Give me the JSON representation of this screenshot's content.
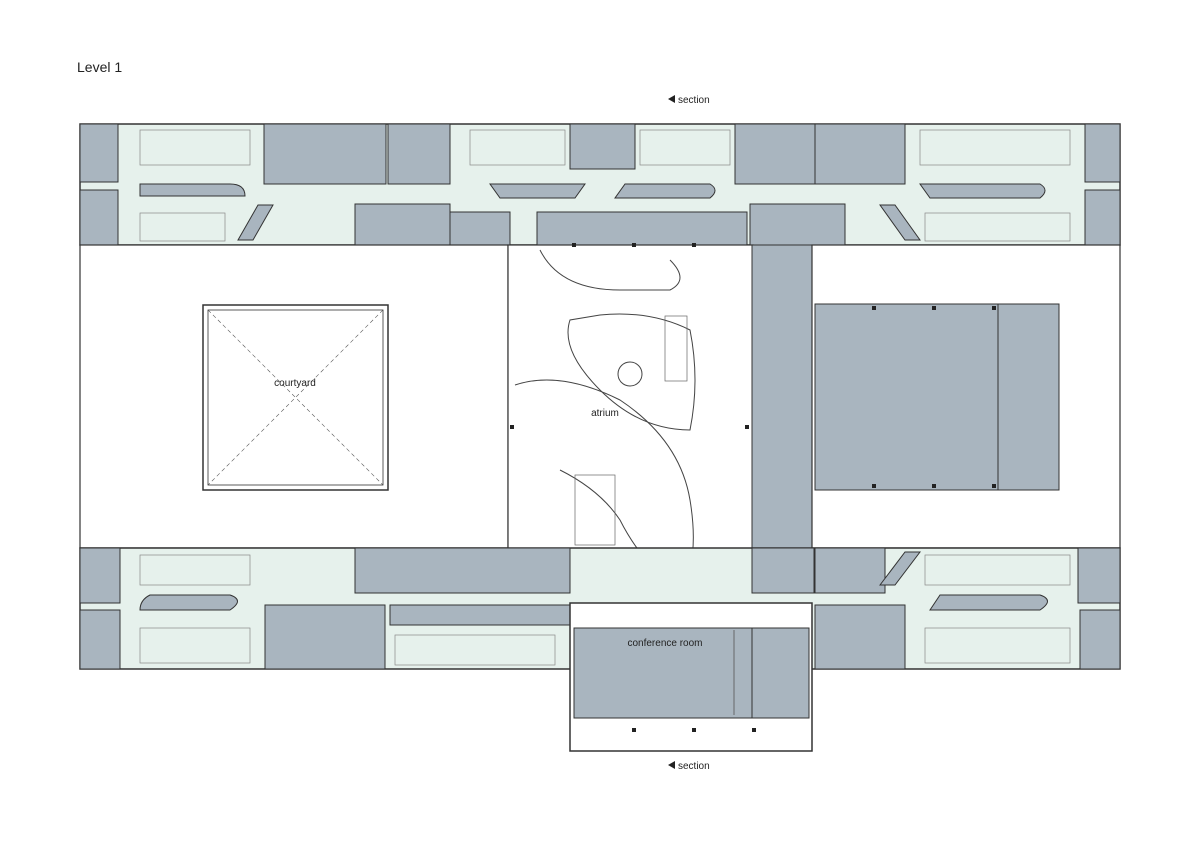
{
  "plan": {
    "level_title": "Level 1",
    "section_top": "section",
    "section_bottom": "section",
    "courtyard_label": "courtyard",
    "atrium_label": "atrium",
    "conference_label": "conference room"
  },
  "colors": {
    "room_fill": "#a9b5bf",
    "corridor_fill": "#e6f1ec",
    "wall": "#333333",
    "line": "#555555",
    "open_space": "#ffffff"
  }
}
